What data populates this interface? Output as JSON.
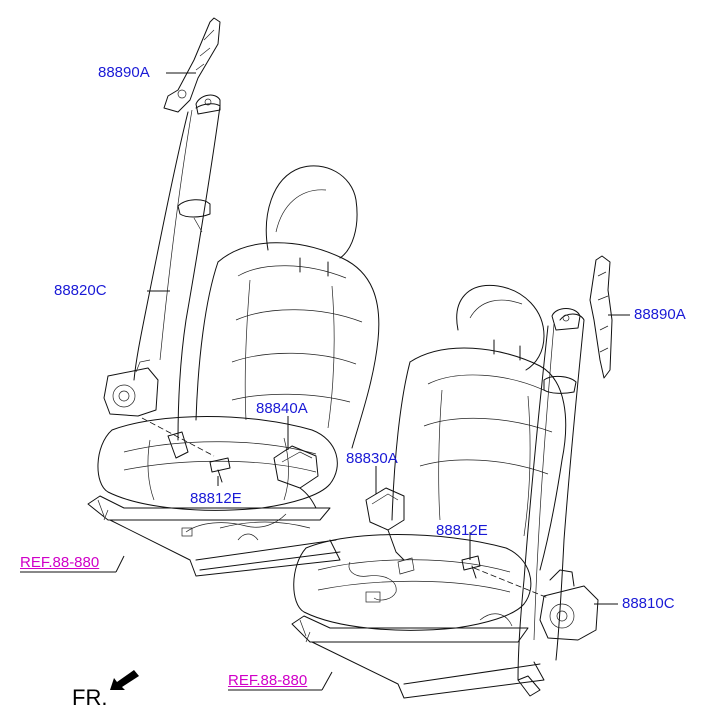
{
  "colors": {
    "part_label": "#1a1ad6",
    "ref_label": "#d000c8",
    "line": "#111111"
  },
  "labels": {
    "p1": "88890A",
    "p2": "88820C",
    "p3": "88840A",
    "p4": "88812E",
    "p5": "88830A",
    "p6": "88890A",
    "p7": "88812E",
    "p8": "88810C"
  },
  "refs": {
    "r1": "REF.88-880",
    "r2": "REF.88-880"
  },
  "orientation": {
    "text": "FR.",
    "icon": "arrow-down-left-icon"
  }
}
